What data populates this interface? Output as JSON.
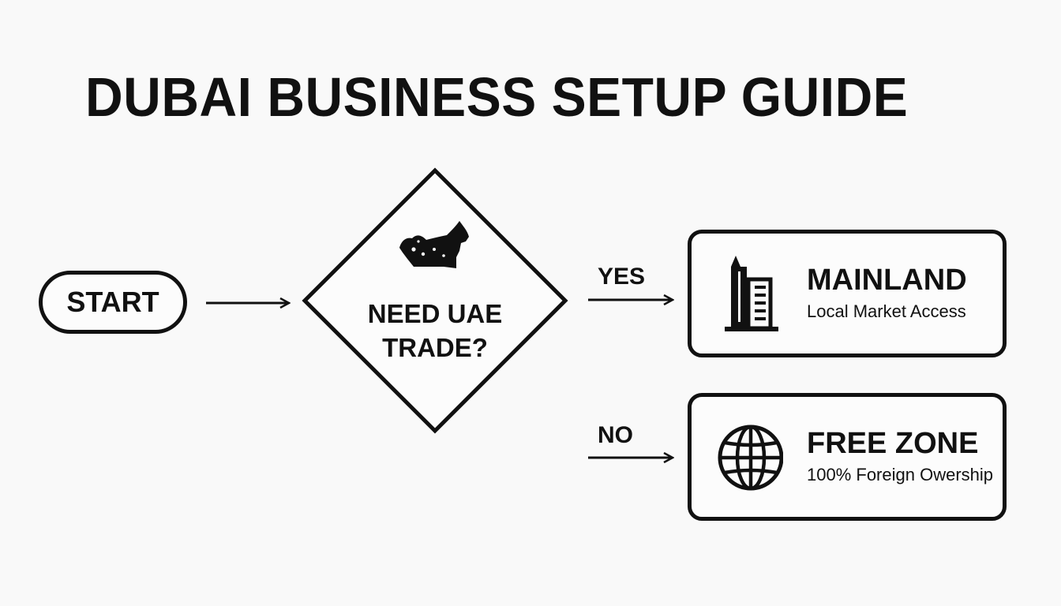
{
  "title": "DUBAI BUSINESS SETUP GUIDE",
  "start": {
    "label": "START"
  },
  "decision": {
    "lines": [
      "NEED UAE",
      "TRADE?"
    ],
    "icon": "uae-map-icon"
  },
  "branches": {
    "yes": {
      "label": "YES"
    },
    "no": {
      "label": "NO"
    }
  },
  "outcomes": {
    "mainland": {
      "title": "MAINLAND",
      "subtitle": "Local Market Access",
      "icon": "building-icon"
    },
    "freezone": {
      "title": "FREE ZONE",
      "subtitle": "100% Foreign Owership",
      "icon": "globe-icon"
    }
  },
  "colors": {
    "stroke": "#111111",
    "background": "#f9f9f9"
  }
}
